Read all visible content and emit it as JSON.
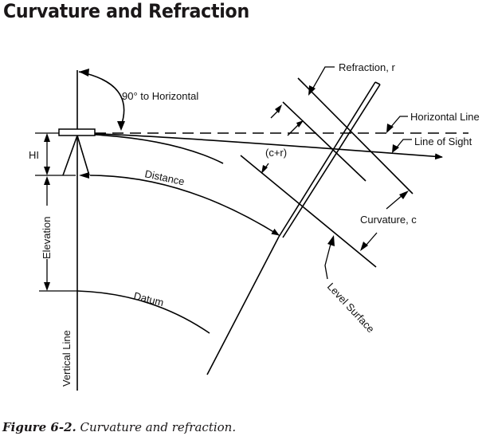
{
  "title": "Curvature and Refraction",
  "caption": {
    "figure_label": "Figure 6-2.",
    "text": " Curvature and refraction."
  },
  "labels": {
    "angle": "90° to Horizontal",
    "refraction": "Refraction, r",
    "horizontal_line": "Horizontal Line",
    "line_of_sight": "Line of Sight",
    "c_plus_r": "(c+r)",
    "hi": "HI",
    "distance": "Distance",
    "curvature": "Curvature, c",
    "elevation": "Elevation",
    "level_surface": "Level Surface",
    "datum": "Datum",
    "vertical_line": "Vertical Line"
  }
}
